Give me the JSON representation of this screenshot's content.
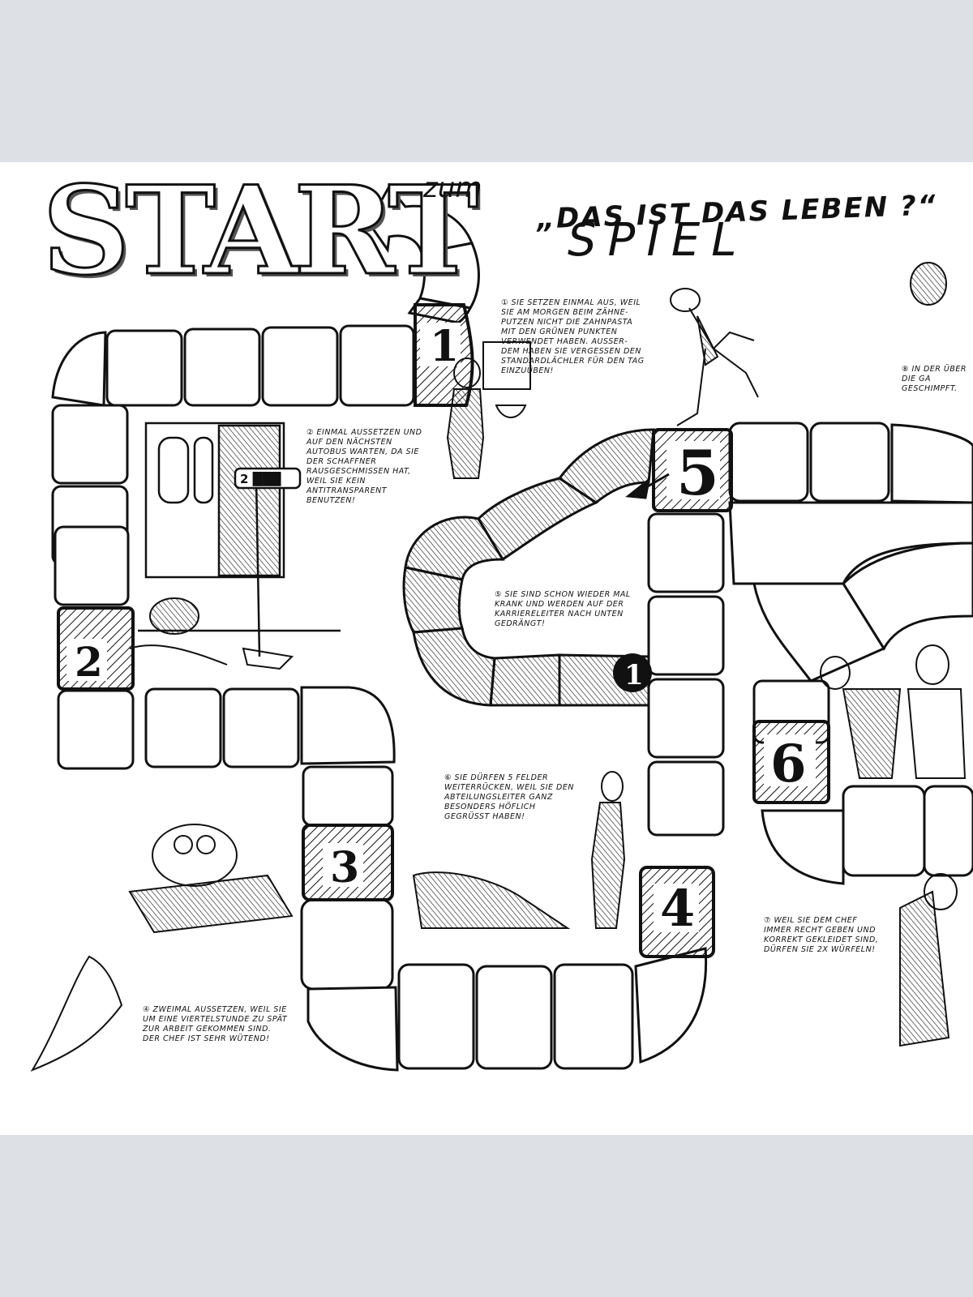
{
  "title": {
    "start": "START",
    "zum": "zum",
    "game_name": "„DAS IST DAS LEBEN ?“",
    "spiel": "SPIEL"
  },
  "fields": [
    "1",
    "2",
    "3",
    "4",
    "5",
    "6",
    "1"
  ],
  "notes": {
    "n1": "① SIE SETZEN EINMAL AUS, WEIL SIE AM MORGEN BEIM ZÄHNE-PUTZEN NICHT DIE ZAHNPASTA MIT DEN GRÜNEN PUNKTEN VERWENDET HABEN. AUSSER-DEM HABEN SIE VERGESSEN DEN STANDARDLÄCHLER FÜR DEN TAG EINZUÜBEN!",
    "n2": "② EINMAL AUSSETZEN UND AUF DEN NÄCHSTEN AUTOBUS WARTEN, DA SIE DER SCHAFFNER RAUSGESCHMISSEN HAT, WEIL SIE KEIN ANTITRANSPARENT BENUTZEN!",
    "n5": "⑤ SIE SIND SCHON WIEDER MAL KRANK UND WERDEN AUF DER KARRIERELEITER NACH UNTEN GEDRÄNGT!",
    "n6": "⑥ SIE DÜRFEN 5 FELDER WEITERRÜCKEN, WEIL SIE DEN ABTEILUNGSLEITER GANZ BESONDERS HÖFLICH GEGRÜSST HABEN!",
    "n4": "④ ZWEIMAL AUSSETZEN, WEIL SIE UM EINE VIERTELSTUNDE ZU SPÄT ZUR ARBEIT GEKOMMEN SIND. DER CHEF IST SEHR WÜTEND!",
    "n7": "⑦ WEIL SIE DEM CHEF IMMER RECHT GEBEN UND KORREKT GEKLEIDET SIND, DÜRFEN SIE 2x WÜRFELN!",
    "n8": "⑧ IN DER ÜBER DIE GA GESCHIMPFT."
  },
  "sign_label": "2 ███",
  "colors": {
    "ink": "#111111",
    "paper": "#ffffff",
    "background": "#dde0e4"
  }
}
